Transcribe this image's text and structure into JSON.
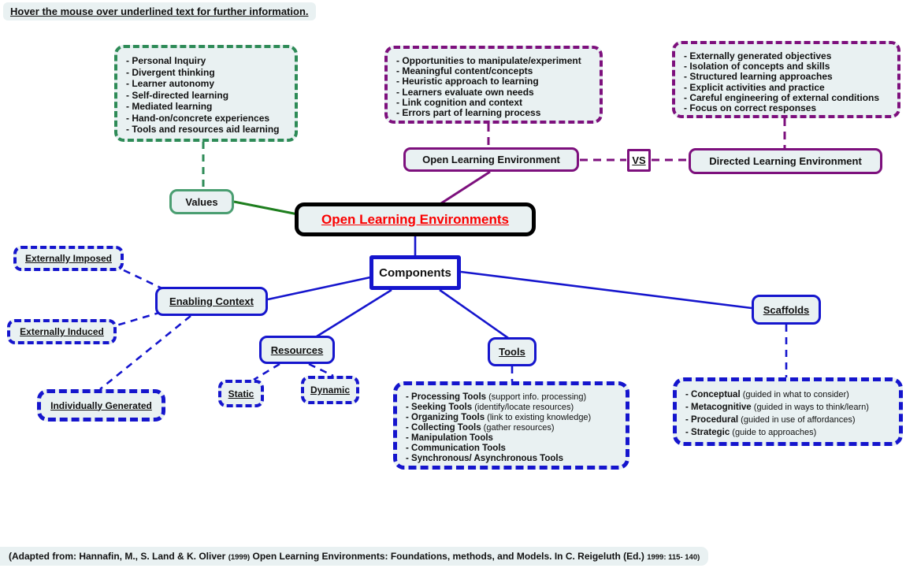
{
  "header": {
    "note": "Hover the mouse over underlined text for further information."
  },
  "colors": {
    "blue": "#1515cd",
    "purple": "#7d107d",
    "green_dash": "#2e8b57",
    "green_line": "#1e7e1e",
    "values_border": "#4a9e71",
    "title_red": "#fa0000",
    "box_background": "#e9f1f2",
    "main_border": "#000000"
  },
  "values_branch": {
    "label": "Values",
    "traits": [
      "- Personal Inquiry",
      "- Divergent thinking",
      "- Learner autonomy",
      "- Self-directed learning",
      "- Mediated learning",
      "- Hand-on/concrete experiences",
      "- Tools and resources aid learning"
    ]
  },
  "comparison": {
    "open": {
      "label": "Open Learning Environment",
      "traits": [
        "- Opportunities to manipulate/experiment",
        "- Meaningful content/concepts",
        "- Heuristic approach to learning",
        "- Learners evaluate own needs",
        "- Link cognition and context",
        "- Errors part of learning process"
      ]
    },
    "vs_label": "VS",
    "directed": {
      "label": "Directed Learning Environment",
      "traits": [
        "- Externally generated objectives",
        "- Isolation of concepts and skills",
        "- Structured learning approaches",
        "- Explicit activities and practice",
        "- Careful engineering of external conditions",
        "- Focus on correct responses"
      ]
    }
  },
  "main": {
    "title": "Open Learning Environments"
  },
  "components": {
    "label": "Components",
    "enabling_context": {
      "label": "Enabling Context",
      "externally_imposed": "Externally Imposed",
      "externally_induced": "Externally Induced",
      "individually_generated": "Individually Generated"
    },
    "resources": {
      "label": "Resources",
      "static": "Static",
      "dynamic": "Dynamic"
    },
    "tools": {
      "label": "Tools",
      "items": [
        {
          "name": "- Processing Tools",
          "detail": "(support info. processing)"
        },
        {
          "name": "- Seeking Tools",
          "detail": "(identify/locate resources)"
        },
        {
          "name": "- Organizing Tools",
          "detail": "(link to existing knowledge)"
        },
        {
          "name": "- Collecting Tools",
          "detail": "(gather resources)"
        },
        {
          "name": "- Manipulation Tools",
          "detail": ""
        },
        {
          "name": "- Communication Tools",
          "detail": ""
        },
        {
          "name": "- Synchronous/ Asynchronous Tools",
          "detail": ""
        }
      ]
    },
    "scaffolds": {
      "label": "Scaffolds",
      "items": [
        {
          "name": "- Conceptual",
          "detail": "(guided in what to consider)"
        },
        {
          "name": "- Metacognitive",
          "detail": "(guided in ways to think/learn)"
        },
        {
          "name": "- Procedural",
          "detail": "(guided in use of affordances)"
        },
        {
          "name": "- Strategic",
          "detail": "(guide to approaches)"
        }
      ]
    }
  },
  "footer": {
    "part1": "(Adapted from: Hannafin, M., S. Land & K. Oliver ",
    "part2": "(1999)",
    "part3": " Open Learning Environments: Foundations, methods, and Models. In C. Reigeluth (Ed.) ",
    "part4": "1999: 115- 140)"
  }
}
